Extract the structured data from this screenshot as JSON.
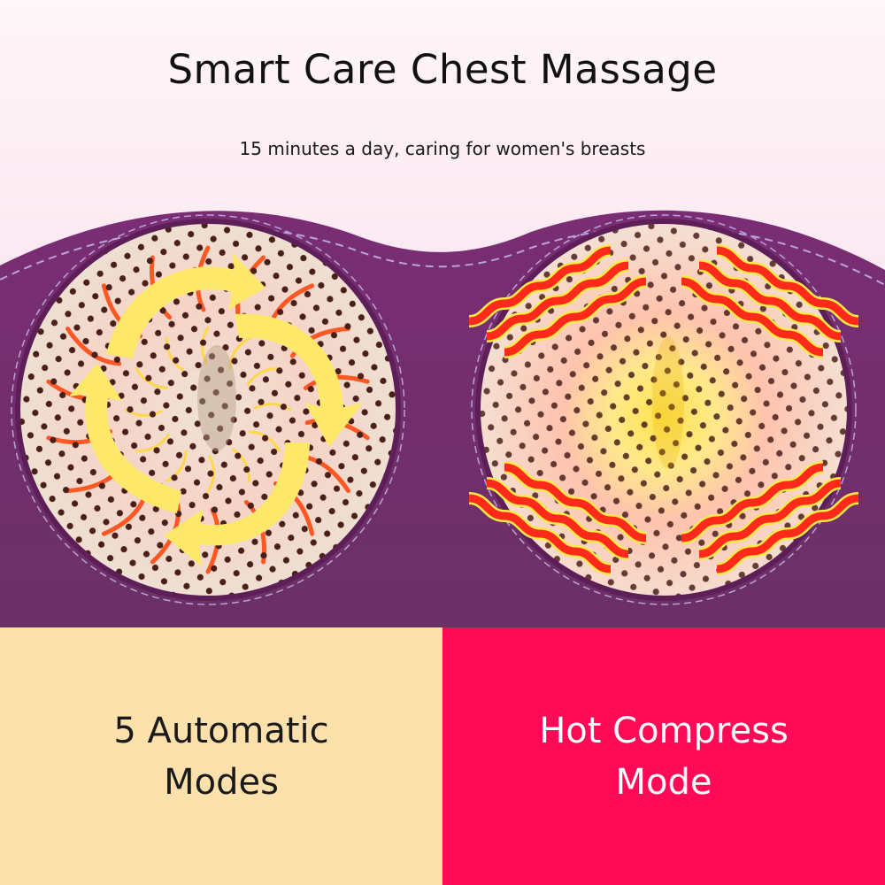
{
  "header": {
    "title": "Smart Care Chest Massage",
    "subtitle": "15 minutes a day, caring for women's breasts"
  },
  "product_image": {
    "left_cup": {
      "icon": "rotation-arrows-icon",
      "label": "massage-swirl"
    },
    "right_cup": {
      "icon": "heat-waves-icon",
      "label": "heat-glow"
    }
  },
  "features": [
    {
      "line1": "5 Automatic",
      "line2": "Modes"
    },
    {
      "line1": "Hot Compress",
      "line2": "Mode"
    }
  ],
  "colors": {
    "background_top": "#fdf2f7",
    "band_purple": "#6f2a6a",
    "cup_fabric": "#f1e2d3",
    "dot": "#4a1f1a",
    "arrow_yellow": "#fde86a",
    "heat_red": "#ff3b1f",
    "panel_left": "#fde1ad",
    "panel_right": "#ff0a57"
  }
}
